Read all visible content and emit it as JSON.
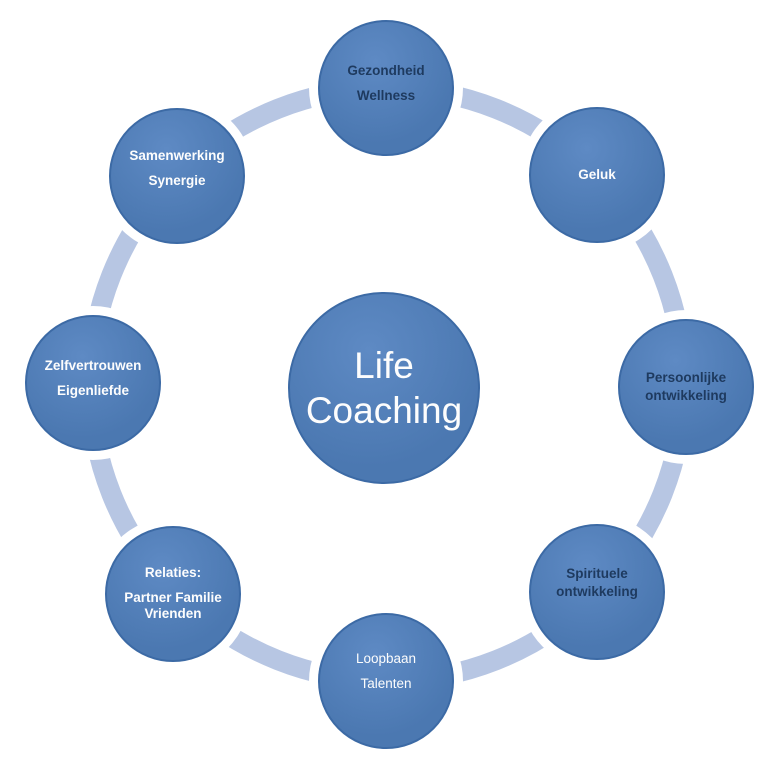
{
  "diagram": {
    "type": "cycle",
    "center": {
      "lines": [
        "Life",
        "Coaching"
      ]
    },
    "nodes": [
      {
        "id": "gezondheid-wellness",
        "lines": [
          "Gezondheid",
          "Wellness"
        ]
      },
      {
        "id": "geluk",
        "lines": [
          "Geluk"
        ]
      },
      {
        "id": "persoonlijke-ontwikkeling",
        "lines": [
          "Persoonlijke",
          "ontwikkeling"
        ]
      },
      {
        "id": "spirituele-ontwikkeling",
        "lines": [
          "Spirituele",
          "ontwikkeling"
        ]
      },
      {
        "id": "loopbaan-talenten",
        "lines": [
          "Loopbaan",
          "Talenten"
        ]
      },
      {
        "id": "relaties-partner-familie-vrienden",
        "lines": [
          "Relaties:",
          "Partner Familie",
          "Vrienden"
        ]
      },
      {
        "id": "zelfvertrouwen-eigenliefde",
        "lines": [
          "Zelfvertrouwen",
          "Eigenliefde"
        ]
      },
      {
        "id": "samenwerking-synergie",
        "lines": [
          "Samenwerking",
          "Synergie"
        ]
      }
    ]
  },
  "colors": {
    "background": "#ffffff",
    "node_fill": "#4b78b1",
    "node_highlight": "#5e8ac4",
    "node_border": "#3c6aa5",
    "ring": "#b7c6e3",
    "text_dark": "#1e3a5f",
    "text_light": "#fdfdfd"
  }
}
